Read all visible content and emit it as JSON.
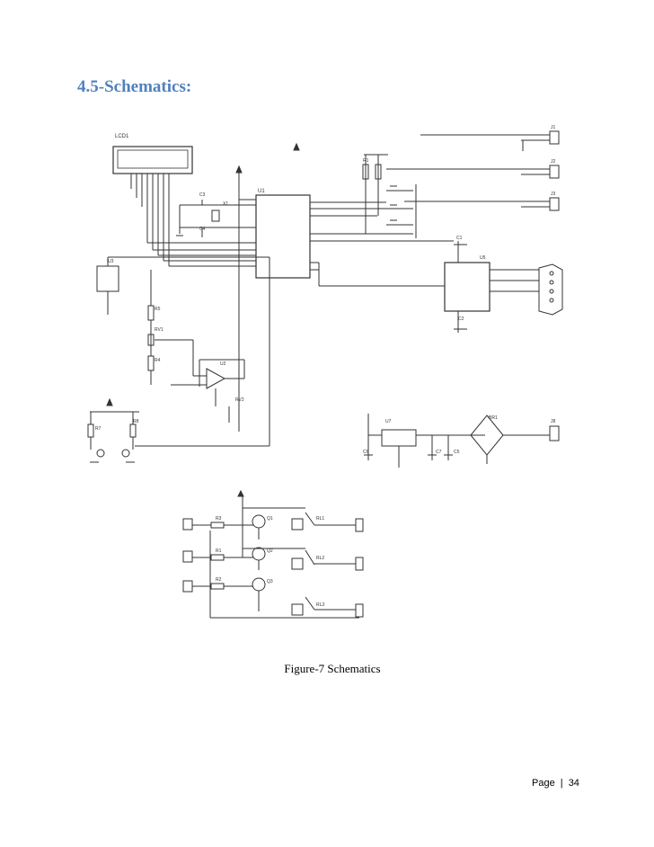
{
  "heading": "4.5-Schematics:",
  "figure": {
    "caption": "Figure-7 Schematics"
  },
  "footer": {
    "page_label": "Page",
    "separator": "|",
    "page_number": "34"
  },
  "schematic_labels": {
    "lcd": "LCD1",
    "mcu": "U1",
    "max": "U5",
    "regulator_top": "U3",
    "opamp": "U2",
    "regulator": "U7",
    "bridge": "BR1",
    "r5": "R5",
    "r4": "R4",
    "r7": "R7",
    "r8": "R8",
    "rv1": "RV1",
    "rv2": "RV2",
    "c1": "C1",
    "c2": "C2",
    "c3": "C3",
    "c4": "C4",
    "c5": "C5",
    "c6": "C6",
    "c7": "C7",
    "x1": "X1",
    "j1": "J1",
    "j2": "J2",
    "j3": "J3",
    "j8": "J8",
    "q1": "Q1",
    "q2": "Q2",
    "q3": "Q3",
    "rl1": "RL1",
    "rl2": "RL2",
    "rl3": "RL3",
    "ra": "R3",
    "rb": "R1",
    "rc": "R2"
  }
}
